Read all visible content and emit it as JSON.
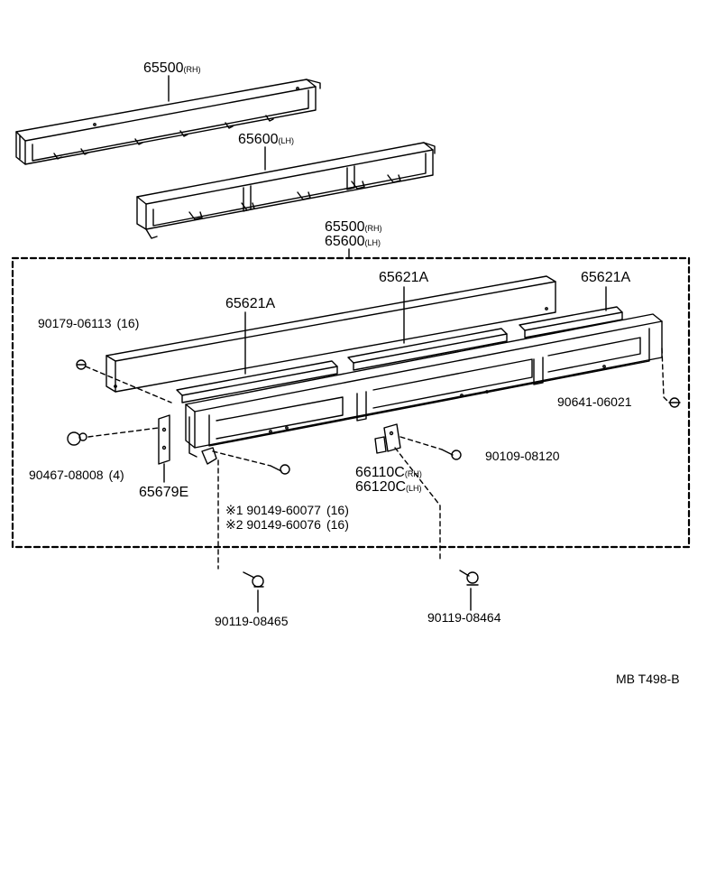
{
  "labels": {
    "top_rh_part": "65500",
    "top_rh_side": "(RH)",
    "top_lh_part": "65600",
    "top_lh_side": "(LH)",
    "group_rh_part": "65500",
    "group_rh_side": "(RH)",
    "group_lh_part": "65600",
    "group_lh_side": "(LH)",
    "liner_left": "65621A",
    "liner_mid": "65621A",
    "liner_right": "65621A",
    "screw_90179": "90179-06113",
    "screw_90179_qty": "(16)",
    "clip_90467": "90467-08008",
    "clip_90467_qty": "(4)",
    "bracket_65679": "65679E",
    "note1_mark": "※1",
    "note1_part": "90149-60077",
    "note1_qty": "(16)",
    "note2_mark": "※2",
    "note2_part": "90149-60076",
    "note2_qty": "(16)",
    "hinge_rh_part": "66110C",
    "hinge_rh_side": "(RH)",
    "hinge_lh_part": "66120C",
    "hinge_lh_side": "(LH)",
    "bolt_90109": "90109-08120",
    "nut_90641": "90641-06021",
    "bolt_left_bottom": "90119-08465",
    "bolt_right_bottom": "90119-08464",
    "diagram_code": "MB T498-B"
  },
  "colors": {
    "ink": "#000000",
    "paper": "#ffffff"
  }
}
